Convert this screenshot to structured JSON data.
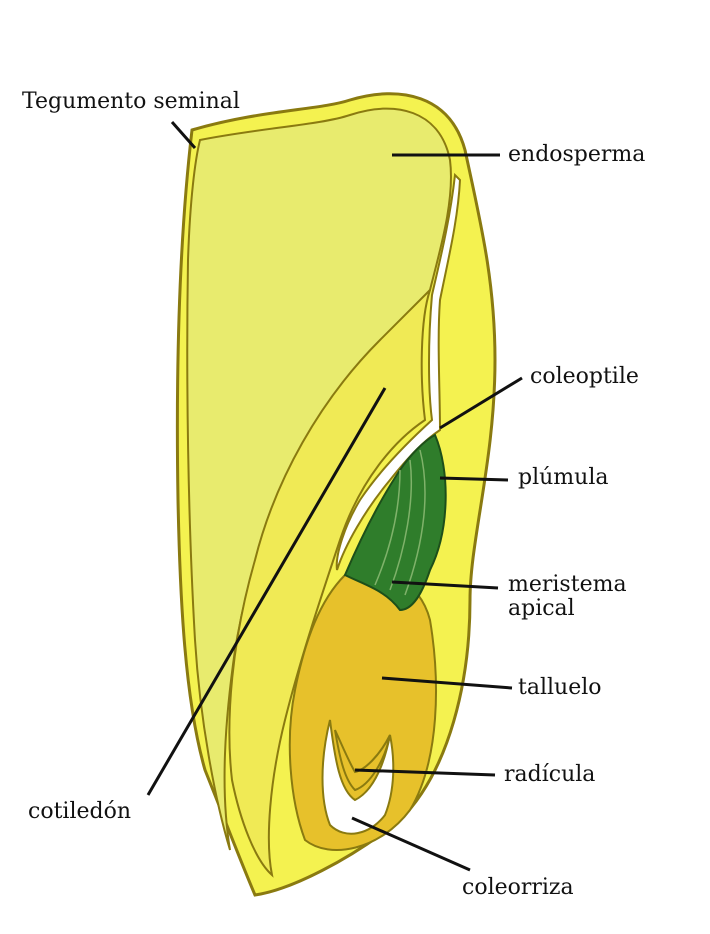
{
  "labels": {
    "tegumento": "Tegumento seminal",
    "endosperma": "endosperma",
    "coleoptile": "coleoptile",
    "plumula": "plúmula",
    "meristema": "meristema\napical",
    "talluelo": "talluelo",
    "radicula": "radícula",
    "cotiledon": "cotiledón",
    "coleorriza": "coleorriza"
  },
  "colors": {
    "seed_coat": "#f4f250",
    "endosperm": "#e8eb6e",
    "embryo_axis": "#e7c12b",
    "plumule": "#2f7d2b",
    "outline": "#6b5a10",
    "leader": "#111111"
  }
}
